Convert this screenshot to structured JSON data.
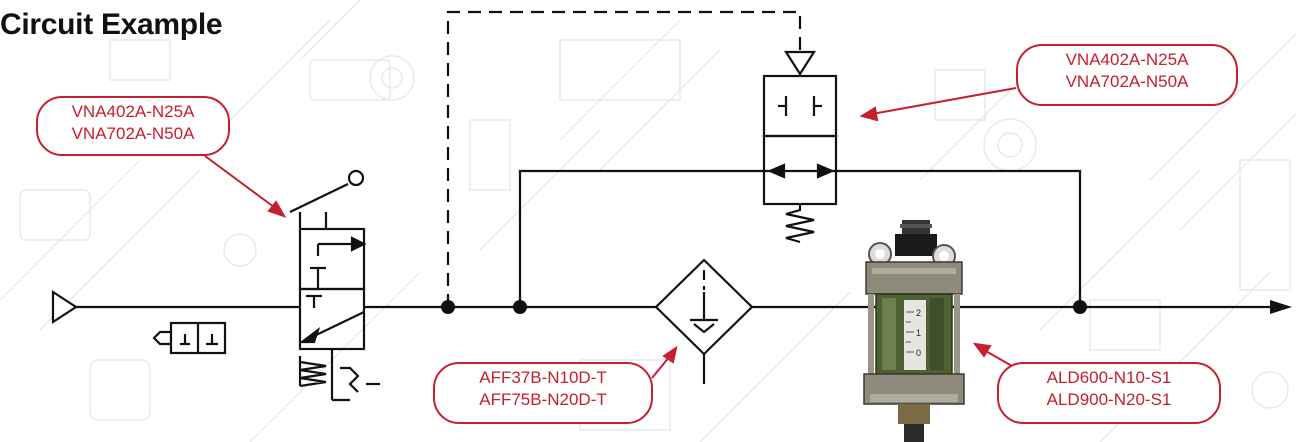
{
  "title": "Circuit Example",
  "callouts": [
    {
      "line1": "VNA402A-N25A",
      "line2": "VNA702A-N50A"
    },
    {
      "line1": "VNA402A-N25A",
      "line2": "VNA702A-N50A"
    },
    {
      "line1": "AFF37B-N10D-T",
      "line2": "AFF75B-N20D-T"
    },
    {
      "line1": "ALD600-N10-S1",
      "line2": "ALD900-N20-S1"
    }
  ],
  "lubricator_scale": [
    "2",
    "1",
    "0"
  ],
  "colors": {
    "accent": "#c42030",
    "line": "#111111",
    "background_pattern": "#e9e9e9"
  }
}
